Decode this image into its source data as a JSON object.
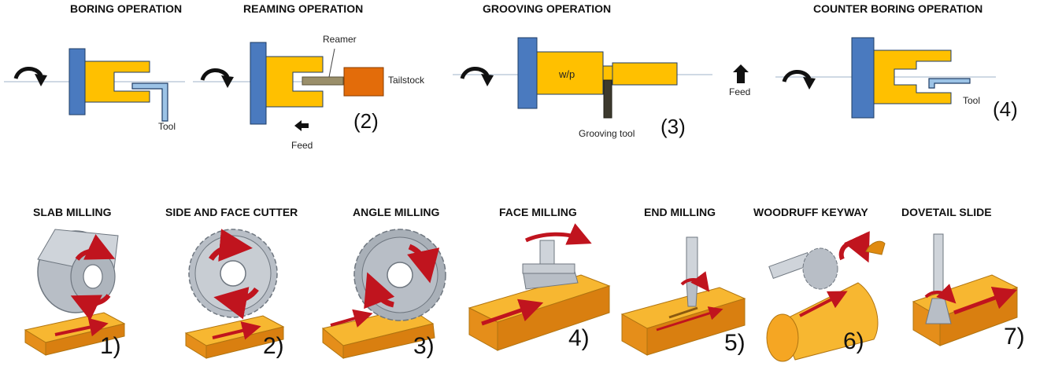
{
  "top_row": {
    "boring": {
      "title": "BORING OPERATION",
      "tool_label": "Tool"
    },
    "reaming": {
      "title": "REAMING OPERATION",
      "reamer_label": "Reamer",
      "tailstock_label": "Tailstock",
      "feed_label": "Feed",
      "number": "(2)"
    },
    "grooving": {
      "title": "GROOVING OPERATION",
      "workpiece_label": "w/p",
      "grooving_tool_label": "Grooving tool",
      "number": "(3)"
    },
    "counter_boring": {
      "title": "COUNTER BORING OPERATION",
      "feed_label": "Feed",
      "tool_label": "Tool",
      "number": "(4)"
    }
  },
  "bottom_row": [
    {
      "title": "SLAB MILLING",
      "number": "1)"
    },
    {
      "title": "SIDE AND FACE CUTTER",
      "number": "2)"
    },
    {
      "title": "ANGLE MILLING",
      "number": "3)"
    },
    {
      "title": "FACE MILLING",
      "number": "4)"
    },
    {
      "title": "END MILLING",
      "number": "5)"
    },
    {
      "title": "WOODRUFF KEYWAY",
      "number": "6)"
    },
    {
      "title": "DOVETAIL SLIDE",
      "number": "7)"
    }
  ],
  "colors": {
    "chuck_blue": "#4a7abf",
    "workpiece_yellow": "#ffc000",
    "tailstock_orange": "#e36c0a",
    "block_orange": "#f5a623",
    "cutter_gray": "#b8bec6",
    "arrow_red": "#c0141e"
  },
  "icons": [
    "rotation-arrow-icon",
    "feed-arrow-icon"
  ]
}
